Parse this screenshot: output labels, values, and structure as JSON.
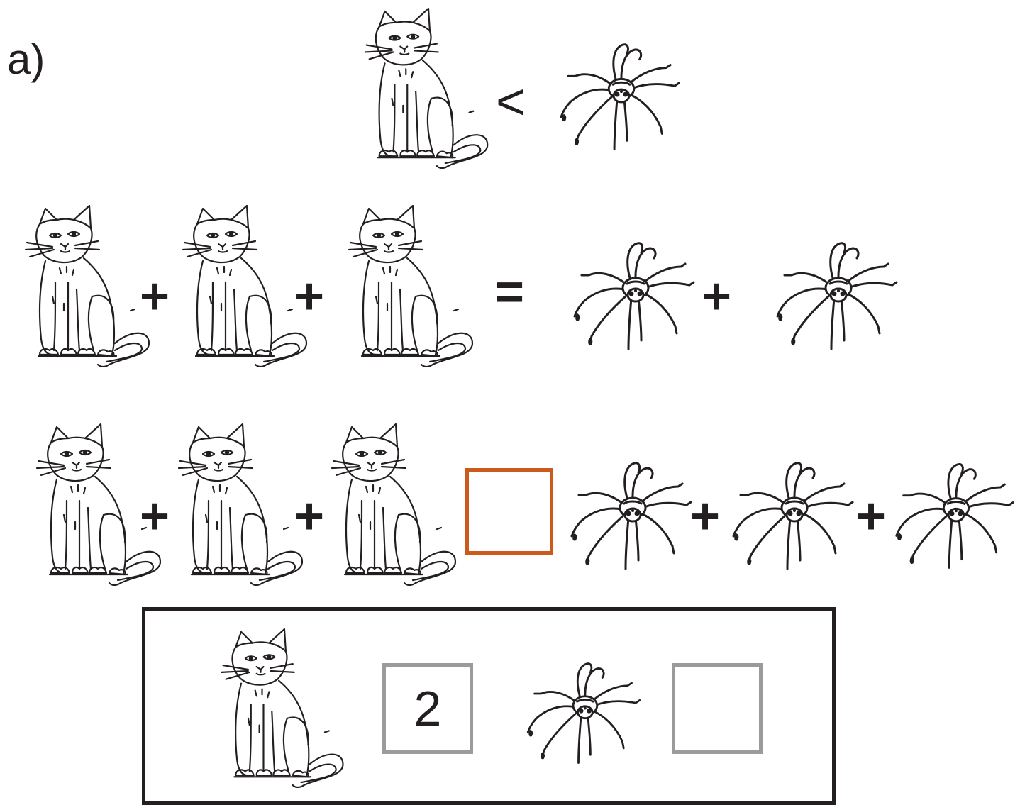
{
  "exercise": {
    "label": "a)"
  },
  "rows": [
    {
      "left": [
        "cat"
      ],
      "symbol": "<",
      "right": [
        "spider"
      ]
    },
    {
      "left": [
        "cat",
        "cat",
        "cat"
      ],
      "plus": "+",
      "symbol": "=",
      "right": [
        "spider",
        "spider"
      ]
    },
    {
      "left": [
        "cat",
        "cat",
        "cat"
      ],
      "plus": "+",
      "symbol": "",
      "right": [
        "spider",
        "spider",
        "spider"
      ]
    }
  ],
  "key": {
    "cat_value": "2",
    "spider_value": ""
  },
  "colors": {
    "ink": "#231f20",
    "answer_box_border": "#cc5a1c",
    "key_box_border": "#9b9b9b"
  },
  "icons": [
    "cat-icon",
    "spider-icon"
  ]
}
